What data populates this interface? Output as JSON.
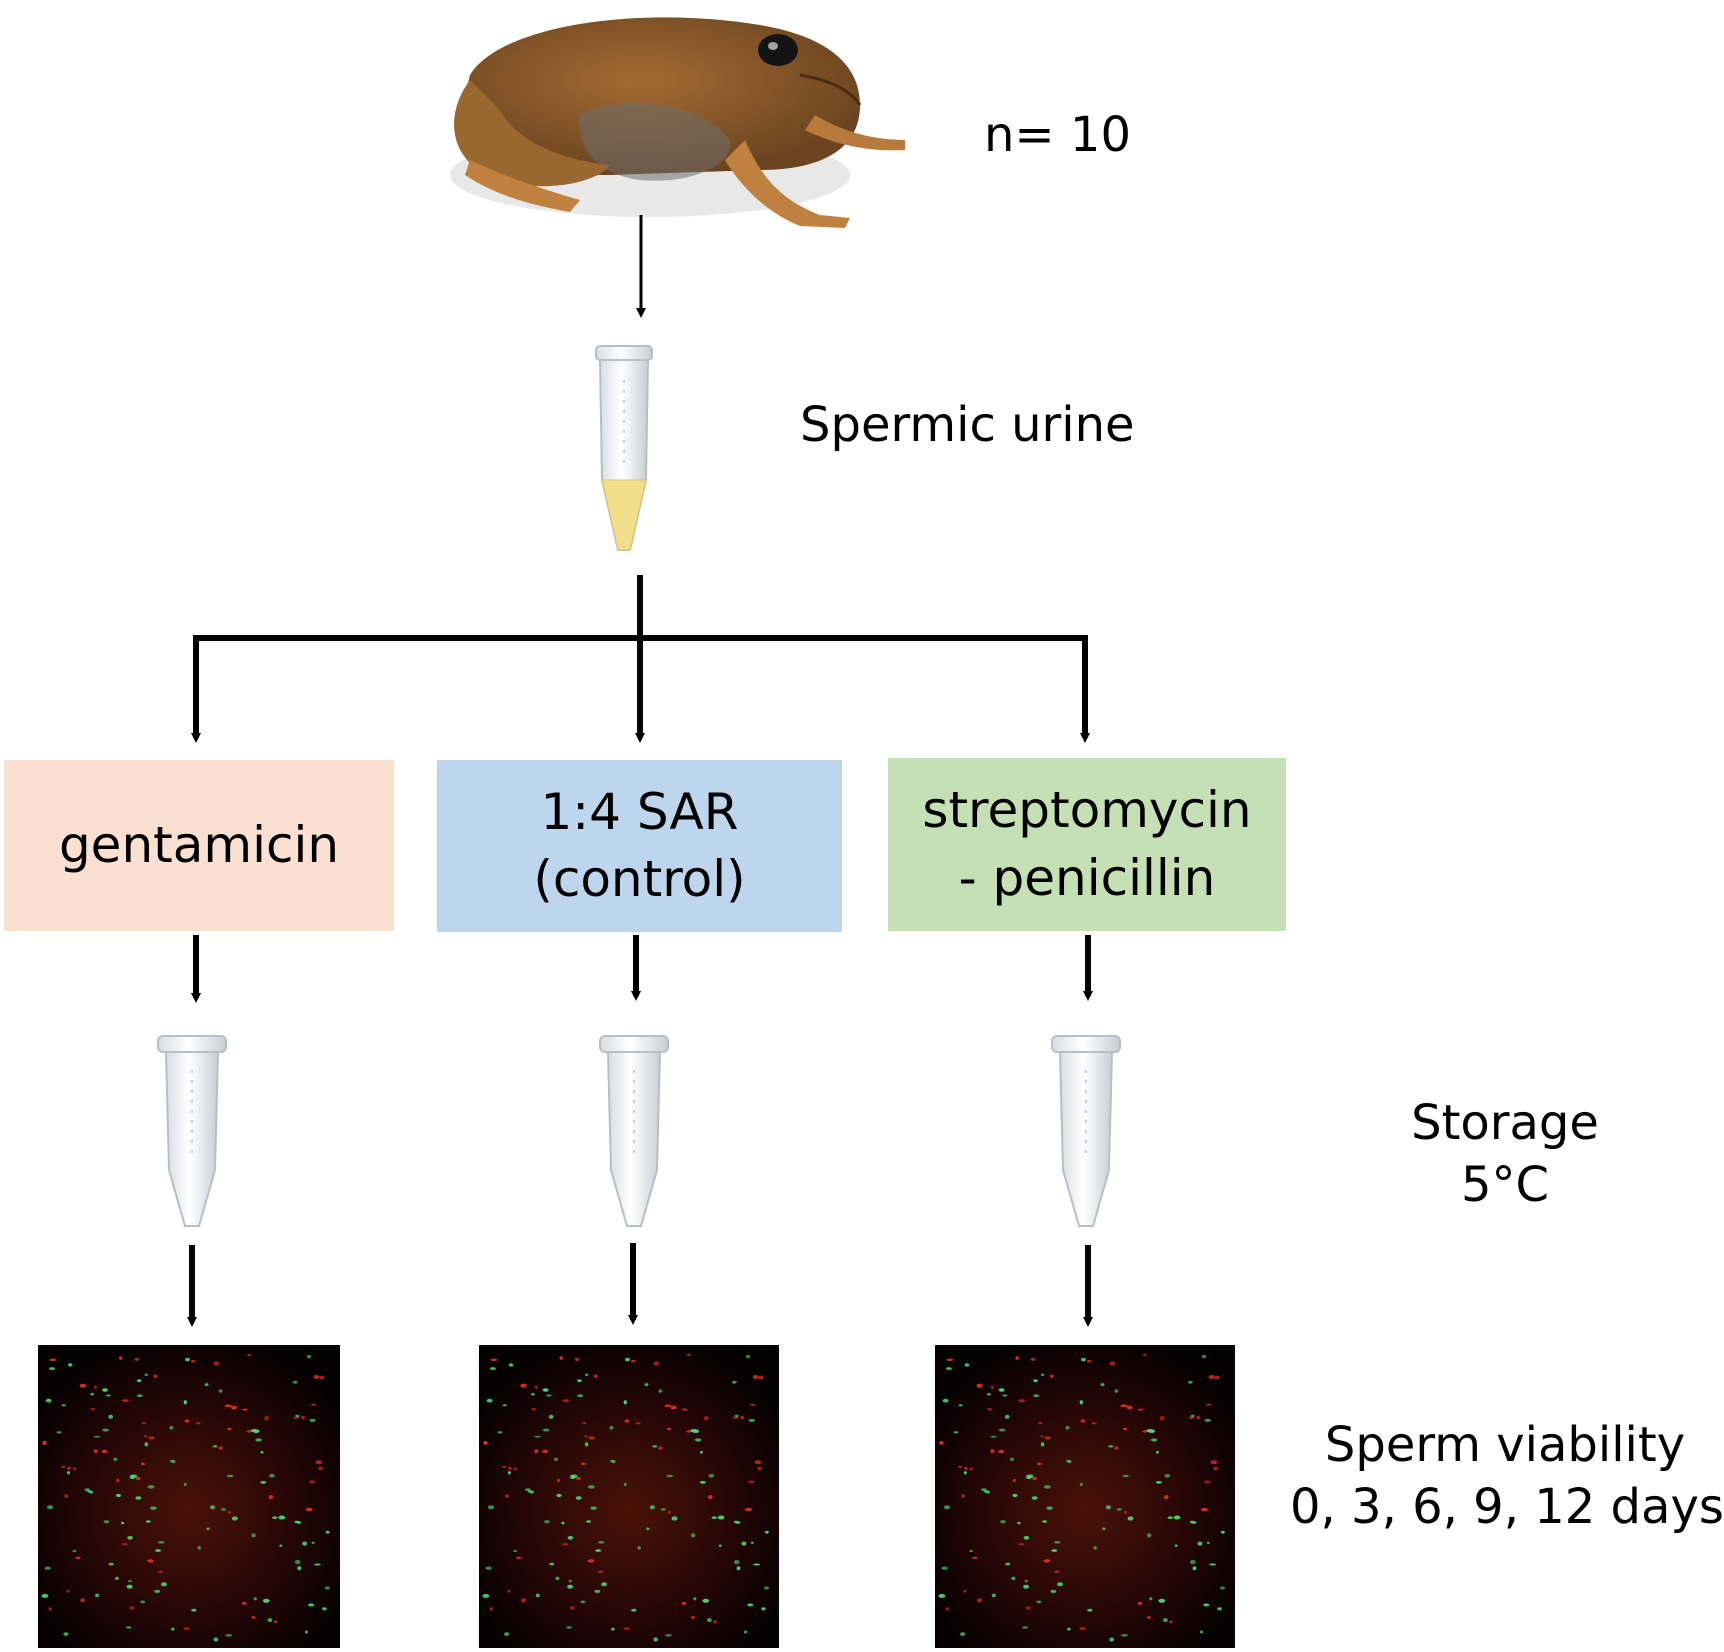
{
  "labels": {
    "n": "n= 10",
    "spermic_urine": "Spermic urine",
    "storage_line1": "Storage",
    "storage_line2": "5°C",
    "viability_line1": "Sperm viability",
    "viability_line2": "0, 3, 6, 9, 12 days"
  },
  "treatments": [
    {
      "line1": "gentamicin",
      "line2": "",
      "color": "#f9e0d1"
    },
    {
      "line1": "1:4 SAR",
      "line2": "(control)",
      "color": "#bdd6ee"
    },
    {
      "line1": "streptomycin",
      "line2": "- penicillin",
      "color": "#c5e0b4"
    }
  ],
  "colors": {
    "frog_body": "#8a5a2b",
    "frog_legs": "#b07a3a",
    "urine": "#f2de8a",
    "micrograph_bg": "#1a0505",
    "viable_sperm": "#4cd96a",
    "dead_sperm": "#e0301e"
  }
}
